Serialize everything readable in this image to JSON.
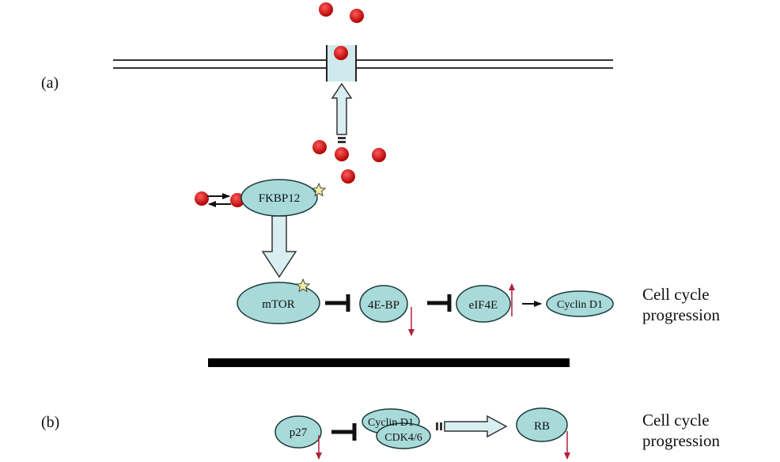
{
  "panels": {
    "a": "(a)",
    "b": "(b)"
  },
  "nodes": {
    "fkbp12": "FKBP12",
    "mtor": "mTOR",
    "four_ebp": "4E-BP",
    "eif4e": "eIF4E",
    "cyclin_d1_a": "Cyclin D1",
    "p27": "p27",
    "cyclin_d1_b": "Cyclin D1",
    "cdk46": "CDK4/6",
    "rb": "RB"
  },
  "outcome": {
    "a_line1": "Cell cycle",
    "a_line2": "progression",
    "b_line1": "Cell cycle",
    "b_line2": "progression"
  },
  "colors": {
    "node_fill": "#a9dada",
    "node_stroke": "#1a3a3a",
    "molecule": "#cc1111",
    "regulation_arrow": "#b0213a",
    "star": "#f2ef9a",
    "divider": "#000000",
    "channel": "#cfe9ec"
  }
}
